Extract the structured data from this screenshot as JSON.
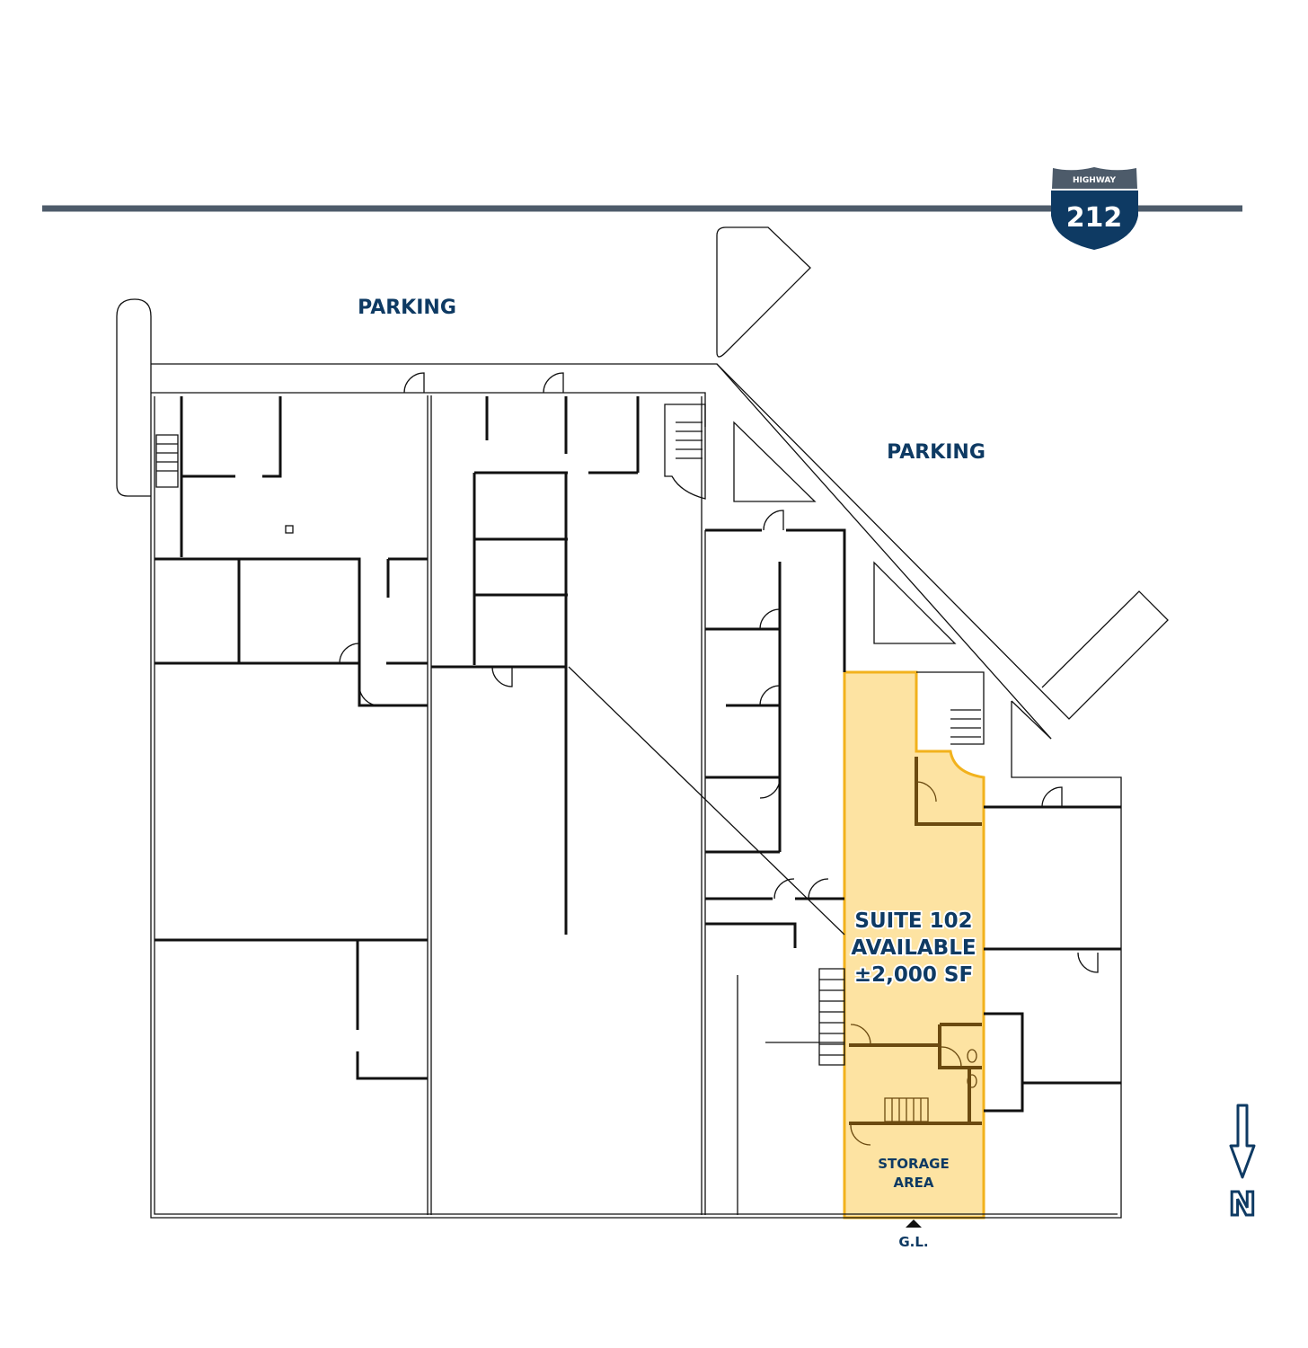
{
  "highway": {
    "label": "HIGHWAY",
    "number": "212"
  },
  "labels": {
    "parking_north": "PARKING",
    "parking_east": "PARKING",
    "suite_line1": "SUITE 102",
    "suite_line2": "AVAILABLE",
    "suite_line3": "±2,000 SF",
    "storage_line1": "STORAGE",
    "storage_line2": "AREA",
    "grade_level": "G.L.",
    "north": "N"
  },
  "colors": {
    "navy": "#0e3a63",
    "road": "#4d5b6a",
    "suite_fill": "#fde3a2",
    "suite_border": "#f2b21c"
  }
}
